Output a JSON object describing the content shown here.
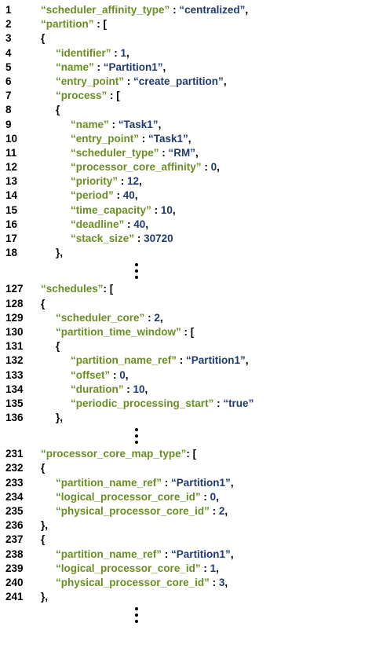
{
  "blocks": [
    {
      "type": "lines",
      "lines": [
        {
          "num": "1",
          "indent": 1,
          "tokens": [
            {
              "t": "“scheduler_affinity_type”",
              "c": "key"
            },
            {
              "t": " : ",
              "c": "punct"
            },
            {
              "t": "“centralized”",
              "c": "str"
            },
            {
              "t": ",",
              "c": "punct"
            }
          ]
        },
        {
          "num": "2",
          "indent": 1,
          "tokens": [
            {
              "t": "“partition”",
              "c": "key"
            },
            {
              "t": " : [",
              "c": "punct"
            }
          ]
        },
        {
          "num": "3",
          "indent": 1,
          "tokens": [
            {
              "t": "{",
              "c": "punct"
            }
          ]
        },
        {
          "num": "4",
          "indent": 2,
          "tokens": [
            {
              "t": "“identifier”",
              "c": "key"
            },
            {
              "t": " : ",
              "c": "punct"
            },
            {
              "t": "1",
              "c": "num"
            },
            {
              "t": ",",
              "c": "punct"
            }
          ]
        },
        {
          "num": "5",
          "indent": 2,
          "tokens": [
            {
              "t": "“name”",
              "c": "key"
            },
            {
              "t": " : ",
              "c": "punct"
            },
            {
              "t": "“Partition1”",
              "c": "str"
            },
            {
              "t": ",",
              "c": "punct"
            }
          ]
        },
        {
          "num": "6",
          "indent": 2,
          "tokens": [
            {
              "t": "“entry_point”",
              "c": "key"
            },
            {
              "t": " : ",
              "c": "punct"
            },
            {
              "t": "“create_partition”",
              "c": "str"
            },
            {
              "t": ",",
              "c": "punct"
            }
          ]
        },
        {
          "num": "7",
          "indent": 2,
          "tokens": [
            {
              "t": "“process”",
              "c": "key"
            },
            {
              "t": " : [",
              "c": "punct"
            }
          ]
        },
        {
          "num": "8",
          "indent": 2,
          "tokens": [
            {
              "t": "{",
              "c": "punct"
            }
          ]
        },
        {
          "num": "9",
          "indent": 3,
          "tokens": [
            {
              "t": "“name”",
              "c": "key"
            },
            {
              "t": " : ",
              "c": "punct"
            },
            {
              "t": "“Task1”",
              "c": "str"
            },
            {
              "t": ",",
              "c": "punct"
            }
          ]
        },
        {
          "num": "10",
          "indent": 3,
          "tokens": [
            {
              "t": "“entry_point”",
              "c": "key"
            },
            {
              "t": " : ",
              "c": "punct"
            },
            {
              "t": "“Task1”",
              "c": "str"
            },
            {
              "t": ",",
              "c": "punct"
            }
          ]
        },
        {
          "num": "11",
          "indent": 3,
          "tokens": [
            {
              "t": "“scheduler_type”",
              "c": "key"
            },
            {
              "t": " : ",
              "c": "punct"
            },
            {
              "t": "“RM”",
              "c": "str"
            },
            {
              "t": ",",
              "c": "punct"
            }
          ]
        },
        {
          "num": "12",
          "indent": 3,
          "tokens": [
            {
              "t": "“processor_core_affinity”",
              "c": "key"
            },
            {
              "t": " : ",
              "c": "punct"
            },
            {
              "t": "0",
              "c": "num"
            },
            {
              "t": ",",
              "c": "punct"
            }
          ]
        },
        {
          "num": "13",
          "indent": 3,
          "tokens": [
            {
              "t": "“priority”",
              "c": "key"
            },
            {
              "t": " : ",
              "c": "punct"
            },
            {
              "t": "12",
              "c": "num"
            },
            {
              "t": ",",
              "c": "punct"
            }
          ]
        },
        {
          "num": "14",
          "indent": 3,
          "tokens": [
            {
              "t": "“period”",
              "c": "key"
            },
            {
              "t": " : ",
              "c": "punct"
            },
            {
              "t": "40",
              "c": "num"
            },
            {
              "t": ",",
              "c": "punct"
            }
          ]
        },
        {
          "num": "15",
          "indent": 3,
          "tokens": [
            {
              "t": "“time_capacity”",
              "c": "key"
            },
            {
              "t": " : ",
              "c": "punct"
            },
            {
              "t": "10",
              "c": "num"
            },
            {
              "t": ",",
              "c": "punct"
            }
          ]
        },
        {
          "num": "16",
          "indent": 3,
          "tokens": [
            {
              "t": "“deadline”",
              "c": "key"
            },
            {
              "t": " : ",
              "c": "punct"
            },
            {
              "t": "40",
              "c": "num"
            },
            {
              "t": ",",
              "c": "punct"
            }
          ]
        },
        {
          "num": "17",
          "indent": 3,
          "tokens": [
            {
              "t": "“stack_size”",
              "c": "key"
            },
            {
              "t": " : ",
              "c": "punct"
            },
            {
              "t": "30720",
              "c": "num"
            }
          ]
        },
        {
          "num": "18",
          "indent": 2,
          "tokens": [
            {
              "t": "},",
              "c": "punct"
            }
          ]
        }
      ]
    },
    {
      "type": "ellipsis"
    },
    {
      "type": "lines",
      "lines": [
        {
          "num": "127",
          "indent": 1,
          "tokens": [
            {
              "t": "“schedules”",
              "c": "key"
            },
            {
              "t": ": [",
              "c": "punct"
            }
          ]
        },
        {
          "num": "128",
          "indent": 1,
          "tokens": [
            {
              "t": "{",
              "c": "punct"
            }
          ]
        },
        {
          "num": "129",
          "indent": 2,
          "tokens": [
            {
              "t": "“scheduler_core”",
              "c": "key"
            },
            {
              "t": " : ",
              "c": "punct"
            },
            {
              "t": "2",
              "c": "num"
            },
            {
              "t": ",",
              "c": "punct"
            }
          ]
        },
        {
          "num": "130",
          "indent": 2,
          "tokens": [
            {
              "t": "“partition_time_window”",
              "c": "key"
            },
            {
              "t": " : [",
              "c": "punct"
            }
          ]
        },
        {
          "num": "131",
          "indent": 2,
          "tokens": [
            {
              "t": "{",
              "c": "punct"
            }
          ]
        },
        {
          "num": "132",
          "indent": 3,
          "tokens": [
            {
              "t": "“partition_name_ref”",
              "c": "key"
            },
            {
              "t": " : ",
              "c": "punct"
            },
            {
              "t": "“Partition1”",
              "c": "str"
            },
            {
              "t": ",",
              "c": "punct"
            }
          ]
        },
        {
          "num": "133",
          "indent": 3,
          "tokens": [
            {
              "t": "“offset”",
              "c": "key"
            },
            {
              "t": " : ",
              "c": "punct"
            },
            {
              "t": "0",
              "c": "num"
            },
            {
              "t": ",",
              "c": "punct"
            }
          ]
        },
        {
          "num": "134",
          "indent": 3,
          "tokens": [
            {
              "t": "“duration”",
              "c": "key"
            },
            {
              "t": " : ",
              "c": "punct"
            },
            {
              "t": "10",
              "c": "num"
            },
            {
              "t": ",",
              "c": "punct"
            }
          ]
        },
        {
          "num": "135",
          "indent": 3,
          "tokens": [
            {
              "t": "“periodic_processing_start”",
              "c": "key"
            },
            {
              "t": " : ",
              "c": "punct"
            },
            {
              "t": "“true”",
              "c": "str"
            }
          ]
        },
        {
          "num": "136",
          "indent": 2,
          "tokens": [
            {
              "t": "},",
              "c": "punct"
            }
          ]
        }
      ]
    },
    {
      "type": "ellipsis"
    },
    {
      "type": "lines",
      "lines": [
        {
          "num": "231",
          "indent": 1,
          "tokens": [
            {
              "t": "“processor_core_map_type”",
              "c": "key"
            },
            {
              "t": ": [",
              "c": "punct"
            }
          ]
        },
        {
          "num": "232",
          "indent": 1,
          "tokens": [
            {
              "t": "{",
              "c": "punct"
            }
          ]
        },
        {
          "num": "233",
          "indent": 2,
          "tokens": [
            {
              "t": "“partition_name_ref”",
              "c": "key"
            },
            {
              "t": " : ",
              "c": "punct"
            },
            {
              "t": "“Partition1”",
              "c": "str"
            },
            {
              "t": ",",
              "c": "punct"
            }
          ]
        },
        {
          "num": "234",
          "indent": 2,
          "tokens": [
            {
              "t": "“logical_processor_core_id”",
              "c": "key"
            },
            {
              "t": " : ",
              "c": "punct"
            },
            {
              "t": "0",
              "c": "num"
            },
            {
              "t": ",",
              "c": "punct"
            }
          ]
        },
        {
          "num": "235",
          "indent": 2,
          "tokens": [
            {
              "t": "“physical_processor_core_id”",
              "c": "key"
            },
            {
              "t": " : ",
              "c": "punct"
            },
            {
              "t": "2",
              "c": "num"
            },
            {
              "t": ",",
              "c": "punct"
            }
          ]
        },
        {
          "num": "236",
          "indent": 1,
          "tokens": [
            {
              "t": "},",
              "c": "punct"
            }
          ]
        },
        {
          "num": "237",
          "indent": 1,
          "tokens": [
            {
              "t": "{",
              "c": "punct"
            }
          ]
        },
        {
          "num": "238",
          "indent": 2,
          "tokens": [
            {
              "t": "“partition_name_ref”",
              "c": "key"
            },
            {
              "t": " : ",
              "c": "punct"
            },
            {
              "t": "“Partition1”",
              "c": "str"
            },
            {
              "t": ",",
              "c": "punct"
            }
          ]
        },
        {
          "num": "239",
          "indent": 2,
          "tokens": [
            {
              "t": "“logical_processor_core_id”",
              "c": "key"
            },
            {
              "t": " : ",
              "c": "punct"
            },
            {
              "t": "1",
              "c": "num"
            },
            {
              "t": ",",
              "c": "punct"
            }
          ]
        },
        {
          "num": "240",
          "indent": 2,
          "tokens": [
            {
              "t": "“physical_processor_core_id”",
              "c": "key"
            },
            {
              "t": " : ",
              "c": "punct"
            },
            {
              "t": "3",
              "c": "num"
            },
            {
              "t": ",",
              "c": "punct"
            }
          ]
        },
        {
          "num": "241",
          "indent": 1,
          "tokens": [
            {
              "t": "},",
              "c": "punct"
            }
          ]
        }
      ]
    },
    {
      "type": "ellipsis"
    }
  ],
  "colors": {
    "key": "#6a8e23",
    "string_and_number": "#1f3a6e",
    "punctuation": "#000000",
    "background": "#ffffff"
  }
}
